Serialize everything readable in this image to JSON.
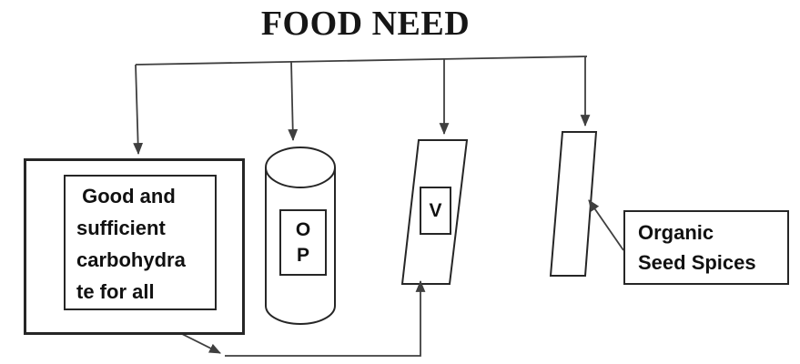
{
  "title": "FOOD NEED",
  "nodes": {
    "carbohydrate": {
      "label": " Good and\nsufficient\ncarbohydra\nte for all"
    },
    "op_cylinder": {
      "label": "O\nP"
    },
    "v_panel": {
      "label": "V"
    },
    "organic": {
      "label": "Organic\nSeed Spices"
    }
  },
  "colors": {
    "background": "#ffffff",
    "line": "#3f3f3f",
    "border": "#262626",
    "text": "#111111"
  }
}
